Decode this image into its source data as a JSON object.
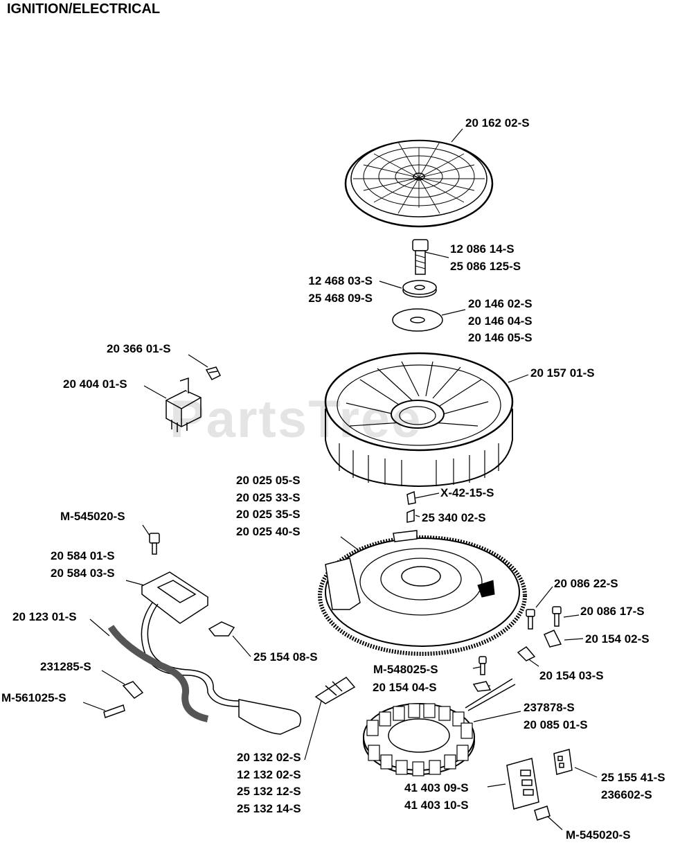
{
  "title": "IGNITION/ELECTRICAL",
  "watermark": "PartsTree",
  "callouts": {
    "blower_housing": "20 162 02-S",
    "screw": "12 086 14-S\n25 086 125-S",
    "washer": "12 468 03-S\n25 468 09-S",
    "retainer": "20 146 02-S\n20 146 04-S\n20 146 05-S",
    "clip": "20 366 01-S",
    "relay": "20 404 01-S",
    "fan": "20 157 01-S",
    "flywheel": "20 025 05-S\n20 025 33-S\n20 025 35-S\n20 025 40-S",
    "key_a": "X-42-15-S",
    "key_b": "25 340 02-S",
    "coil_screw": "M-545020-S",
    "ignition_module": "20 584 01-S\n20 584 03-S",
    "ground_lead": "20 123 01-S",
    "screw_b": "20 086 22-S",
    "screw_c": "20 086 17-S",
    "clamp_b": "20 154 02-S",
    "clamp": "25 154 08-S",
    "clamp_d": "20 154 03-S",
    "clip_c": "231285-S",
    "screw_d": "M-548025-S",
    "clamp_c": "20 154 04-S",
    "screw_e": "M-561025-S",
    "stator": "237878-S\n20 085 01-S",
    "spark_plug": "20 132 02-S\n12 132 02-S\n25 132 12-S\n25 132 14-S",
    "regulator": "41 403 09-S\n41 403 10-S",
    "connector": "25 155 41-S\n236602-S",
    "regulator_screw": "M-545020-S"
  }
}
